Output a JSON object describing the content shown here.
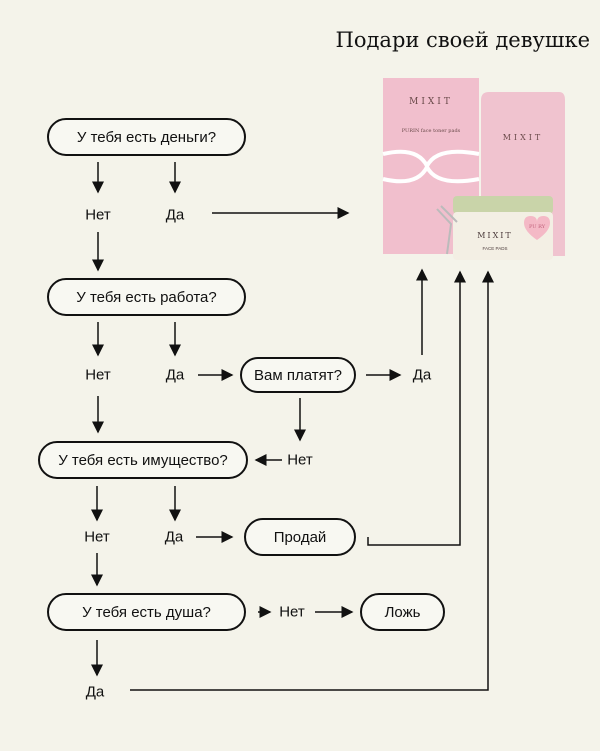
{
  "title": "Подари своей девушке",
  "nodes": {
    "q_money": "У тебя есть деньги?",
    "q_job": "У тебя есть работа?",
    "q_paid": "Вам платят?",
    "q_property": "У тебя есть имущество?",
    "sell": "Продай",
    "q_soul": "У тебя есть душа?",
    "lie": "Ложь"
  },
  "labels": {
    "no": "Нет",
    "yes": "Да"
  },
  "product": {
    "brand": "MIXIT",
    "box_text": "PURIN face toner pads",
    "jar_text": "FACE PADS",
    "heart_text": "PU RY"
  }
}
